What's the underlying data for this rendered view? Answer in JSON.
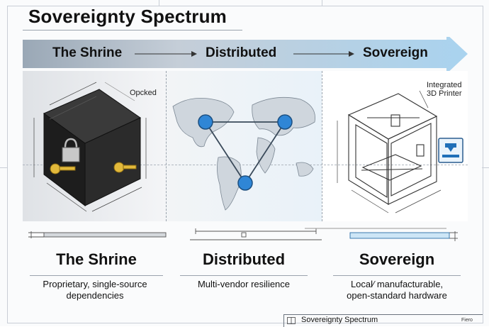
{
  "title": "Sovereignty Spectrum",
  "band": {
    "stages": [
      "The Shrine",
      "Distributed",
      "Sovereign"
    ]
  },
  "annotations": {
    "locked": "Opcked",
    "printer_line1": "Integrated",
    "printer_line2": "3D Printer"
  },
  "sections": [
    {
      "title": "The Shrine",
      "desc_line1": "Proprietary, single-source",
      "desc_line2": "dependencies"
    },
    {
      "title": "Distributed",
      "desc_line1": "Multi-vendor resilience",
      "desc_line2": ""
    },
    {
      "title": "Sovereign",
      "desc_line1": "Local⁄ manufacturable,",
      "desc_line2": "open-standard hardware"
    }
  ],
  "title_block": {
    "label": "Sovereignty Spectrum",
    "small": "Fiero"
  },
  "colors": {
    "band_light": "#cfe3f1",
    "band_dark": "#8fb6d4",
    "node": "#2f86d6",
    "cube": "#232323",
    "key": "#e2b93b"
  }
}
